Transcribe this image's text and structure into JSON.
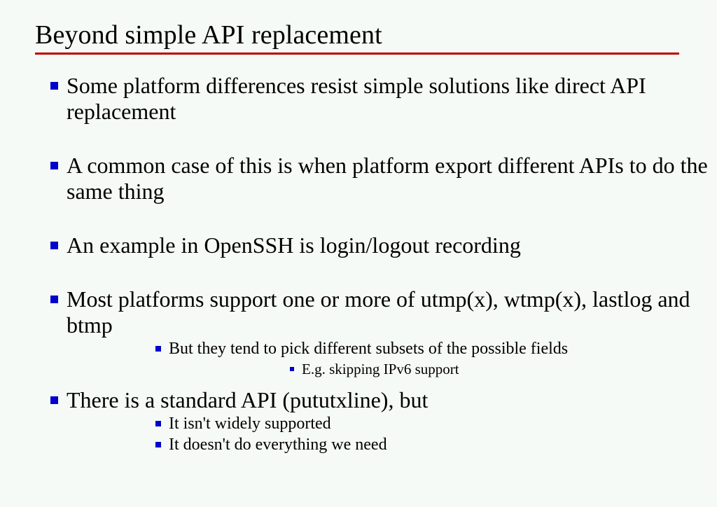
{
  "slide": {
    "title": "Beyond simple API replacement",
    "title_rule_color": "#bb0000",
    "background_color": "#f5faf6",
    "bullet_color": "#0000cc",
    "text_color": "#000000",
    "bullets": [
      {
        "level": 1,
        "text": "Some platform differences resist simple solutions like direct API replacement"
      },
      {
        "level": 1,
        "text": "A common case of this is when platform export different APIs to do the same thing"
      },
      {
        "level": 1,
        "text": "An example in OpenSSH is login/logout recording"
      },
      {
        "level": 1,
        "text": "Most platforms support one or more of utmp(x), wtmp(x), lastlog and btmp"
      },
      {
        "level": 2,
        "text": "But they tend to pick different subsets of the possible fields"
      },
      {
        "level": 3,
        "text": "E.g. skipping IPv6 support"
      },
      {
        "level": 1,
        "text": "There is a standard API (pututxline), but"
      },
      {
        "level": 2,
        "text": "It isn't widely supported"
      },
      {
        "level": 2,
        "text": "It doesn't do everything we need"
      }
    ]
  }
}
